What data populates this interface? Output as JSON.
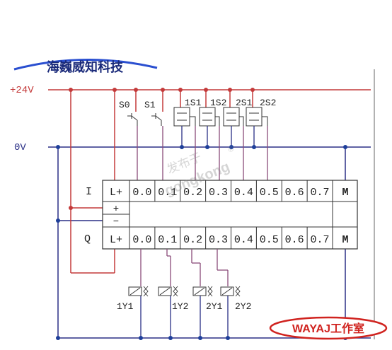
{
  "brand": {
    "logo_text": "海巍威知科技"
  },
  "watermark": {
    "line1": "发布于",
    "line2": "gongkong",
    "mark": "®"
  },
  "stamp": {
    "text": "WAYAJ工作室",
    "color": "#d0231f"
  },
  "rails": {
    "plus24": "+24V",
    "zero": "0V"
  },
  "colors": {
    "red_wire": "#c43a3a",
    "blue_wire": "#2a2f86",
    "purple_wire": "#8a4a7a",
    "node": "#1e3f9a"
  },
  "switches": {
    "s0": "S0",
    "s1": "S1"
  },
  "sensors": [
    "1S1",
    "1S2",
    "2S1",
    "2S2"
  ],
  "plc": {
    "row_i_label": "I",
    "row_q_label": "Q",
    "lplus": "L+",
    "plus": "+",
    "minus": "−",
    "m": "M",
    "channels": [
      "0.0",
      "0.1",
      "0.2",
      "0.3",
      "0.4",
      "0.5",
      "0.6",
      "0.7"
    ]
  },
  "coils": [
    "1Y1",
    "1Y2",
    "2Y1",
    "2Y2"
  ]
}
